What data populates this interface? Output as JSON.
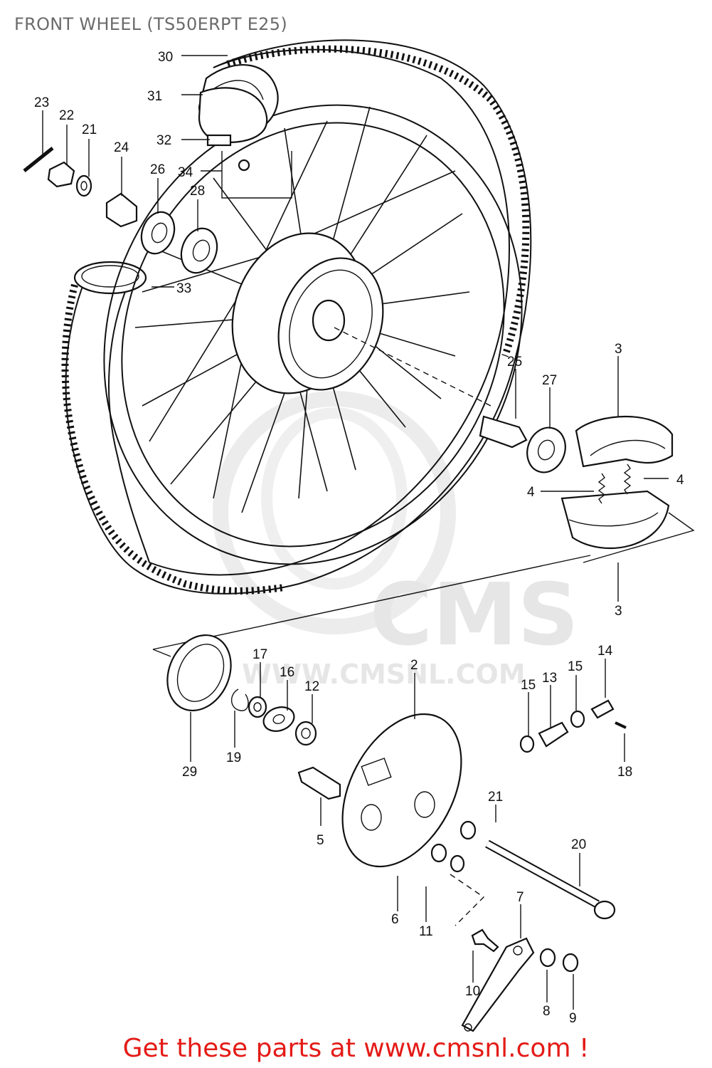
{
  "title": "FRONT WHEEL (TS50ERPT E25)",
  "watermark": {
    "logo_text": "CMS",
    "url_text": "WWW.CMSNL.COM"
  },
  "footer": "Get these parts at www.cmsnl.com !",
  "callouts": {
    "c2": "2",
    "c3a": "3",
    "c3b": "3",
    "c4a": "4",
    "c4b": "4",
    "c5": "5",
    "c6": "6",
    "c7": "7",
    "c8": "8",
    "c9": "9",
    "c10": "10",
    "c11": "11",
    "c12": "12",
    "c13": "13",
    "c14": "14",
    "c15a": "15",
    "c15b": "15",
    "c16": "16",
    "c17": "17",
    "c18": "18",
    "c19": "19",
    "c20": "20",
    "c21a": "21",
    "c21b": "21",
    "c22": "22",
    "c23": "23",
    "c24": "24",
    "c25": "25",
    "c26": "26",
    "c27": "27",
    "c28": "28",
    "c29": "29",
    "c30": "30",
    "c31": "31",
    "c32": "32",
    "c33": "33",
    "c34": "34"
  },
  "colors": {
    "footer": "#e41b17",
    "title": "#6b6b6b",
    "watermark": "#e6e6e6",
    "linework": "#111111"
  }
}
